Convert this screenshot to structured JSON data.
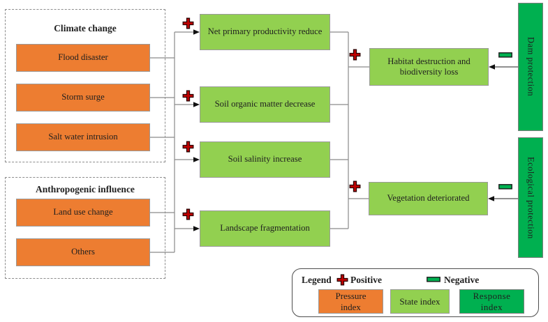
{
  "diagram": {
    "pressure_groups": [
      {
        "title": "Climate change",
        "items": [
          "Flood disaster",
          "Storm surge",
          "Salt water intrusion"
        ]
      },
      {
        "title": "Anthropogenic influence",
        "items": [
          "Land use change",
          "Others"
        ]
      }
    ],
    "state_boxes": [
      "Net primary productivity reduce",
      "Soil organic matter decrease",
      "Soil salinity increase",
      "Landscape fragmentation"
    ],
    "impact_boxes": [
      "Habitat destruction and biodiversity loss",
      "Vegetation deteriorated"
    ],
    "response_boxes": [
      "Dam protection",
      "Ecological protection"
    ],
    "icons": {
      "positive": "plus-icon",
      "negative": "minus-icon"
    },
    "colors": {
      "pressure_fill": "#ED7D31",
      "state_fill": "#92D050",
      "response_fill": "#00B050",
      "positive_sign": "#C00000",
      "negative_sign": "#00B050",
      "connector": "#8a8a8a"
    },
    "legend": {
      "title": "Legend",
      "positive_label": "Positive",
      "negative_label": "Negative",
      "index_boxes": [
        {
          "label": "Pressure index"
        },
        {
          "label": "State index"
        },
        {
          "label": "Response index"
        }
      ]
    }
  }
}
